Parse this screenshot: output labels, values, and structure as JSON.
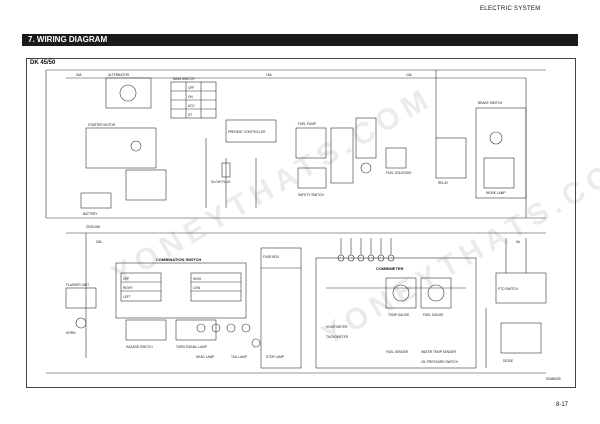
{
  "header": {
    "section": "ELECTRIC SYSTEM"
  },
  "title": {
    "text": "7.  WIRING DIAGRAM"
  },
  "model": {
    "text": "DK 45/50"
  },
  "page": {
    "number": "8-17"
  },
  "watermark": {
    "text": "YONEYTHATS.COM"
  },
  "labels": {
    "combination_switch": "COMBINATION SWITCH",
    "combimeter": "COMBIMETER",
    "starter_motor": "STARTER MOTOR",
    "battery": "BATTERY",
    "alternator": "ALTERNATOR",
    "preheat_controller": "PREHEAT CONTROLLER",
    "glow_plug": "GLOW PLUG",
    "fuse_box": "FUSE BOX",
    "horn": "HORN",
    "flasher_unit": "FLASHER UNIT",
    "hazard_switch": "HAZARD SWITCH",
    "pto_switch": "PTO SWITCH",
    "fuel_sender": "FUEL SENDER",
    "water_temp_sender": "WATER TEMP SENDER",
    "oil_pressure_switch": "OIL PRESSURE SWITCH",
    "turn_signal_lamp": "TURN SIGNAL LAMP",
    "head_lamp": "HEAD LAMP",
    "work_lamp": "WORK LAMP",
    "tail_lamp": "TAIL LAMP",
    "stop_lamp": "STOP LAMP",
    "fuel_pump": "FUEL PUMP",
    "safety_switch": "SAFETY SWITCH",
    "main_switch": "MAIN SWITCH",
    "fuel_solenoid": "FUEL SOLENOID",
    "brake_switch": "BRAKE SWITCH",
    "temp_gauge": "TEMP GAUGE",
    "fuel_gauge": "FUEL GAUGE",
    "hour_meter": "HOUR METER",
    "tachometer": "TACHOMETER",
    "relay": "RELAY",
    "diode": "DIODE",
    "ground": "GROUND",
    "off": "OFF",
    "on": "ON",
    "st": "ST",
    "acc": "ACC",
    "right": "RIGHT",
    "left": "LEFT",
    "high": "HIGH",
    "low": "LOW",
    "f30a": "30A",
    "f15a": "15A",
    "f10a": "10A",
    "f20a": "20A",
    "f5a": "5A",
    "diag_id": "S0086099"
  },
  "colors": {
    "bar": "#1a1a1a",
    "line": "#333333",
    "frame": "#444444"
  }
}
